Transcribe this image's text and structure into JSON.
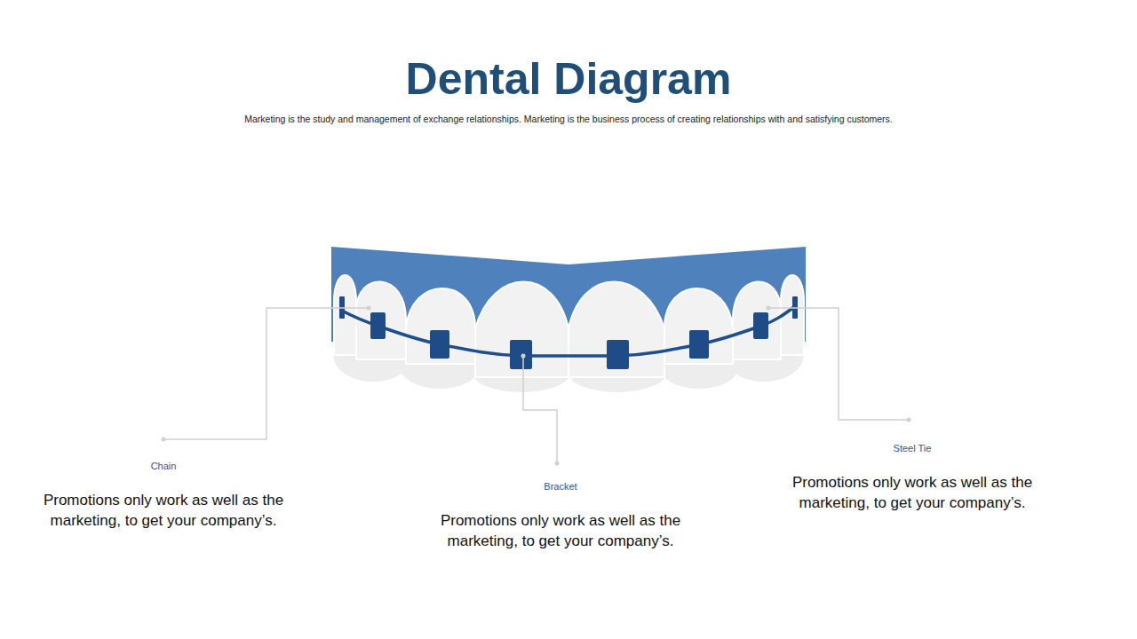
{
  "diagram": {
    "title": "Dental Diagram",
    "caption": "Marketing is the study and management of exchange relationships. Marketing is the business process of creating relationships with and satisfying customers.",
    "labels": [
      "Chain",
      "Promotions only work as well as the marketing, to get your company’s.",
      "Bracket",
      "Promotions only work as well as the marketing, to get your company’s.",
      "Steel Tie",
      "Promotions only work as well as the marketing, to get your company’s."
    ]
  }
}
